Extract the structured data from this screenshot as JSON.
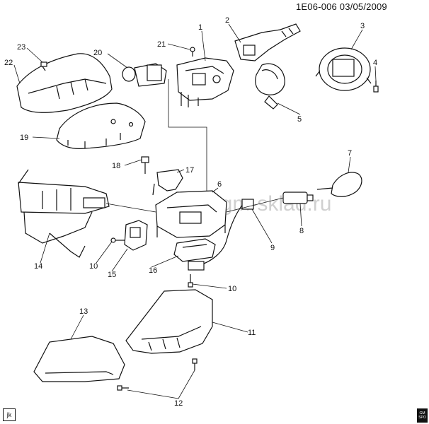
{
  "diagram": {
    "header": "1E06-006  03/05/2009",
    "watermark": "www.gm-sklad.ru",
    "corner_code": "jk",
    "corner_logo_text": "GM SPO",
    "callouts": [
      "1",
      "2",
      "3",
      "4",
      "5",
      "6",
      "7",
      "8",
      "9",
      "10",
      "10",
      "11",
      "12",
      "13",
      "14",
      "15",
      "16",
      "17",
      "18",
      "19",
      "20",
      "21",
      "22",
      "23"
    ]
  }
}
